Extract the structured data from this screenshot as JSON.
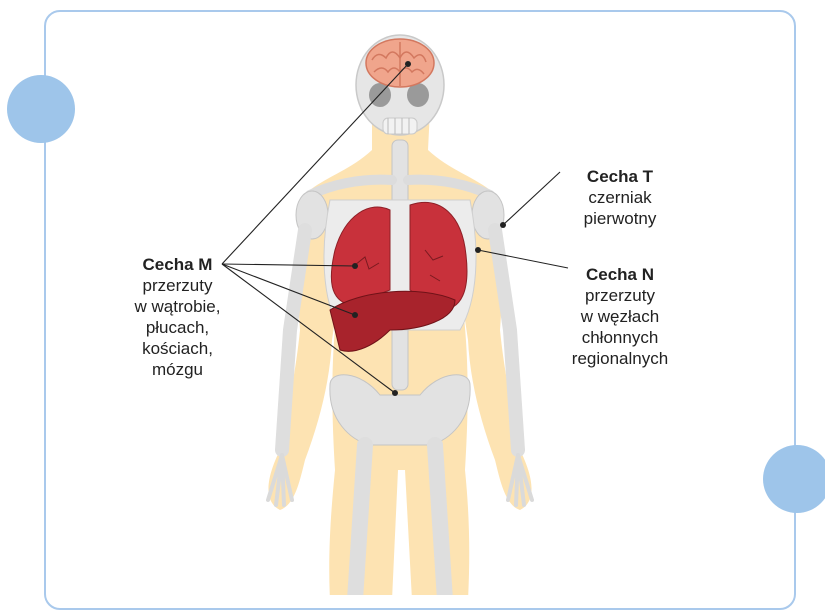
{
  "colors": {
    "frame": "#a9c9ec",
    "accent_dot": "#9ec5ea",
    "silhouette": "#fde3b2",
    "bone": "#e2e2e2",
    "organ": "#c8313b",
    "brain": "#f0a58c"
  },
  "labels": {
    "m": {
      "title": "Cecha M",
      "lines": [
        "przerzuty",
        "w wątrobie,",
        "płucach,",
        "kościach,",
        "mózgu"
      ]
    },
    "t": {
      "title": "Cecha T",
      "lines": [
        "czerniak",
        "pierwotny"
      ]
    },
    "n": {
      "title": "Cecha N",
      "lines": [
        "przerzuty",
        "w węzłach",
        "chłonnych",
        "regionalnych"
      ]
    }
  }
}
